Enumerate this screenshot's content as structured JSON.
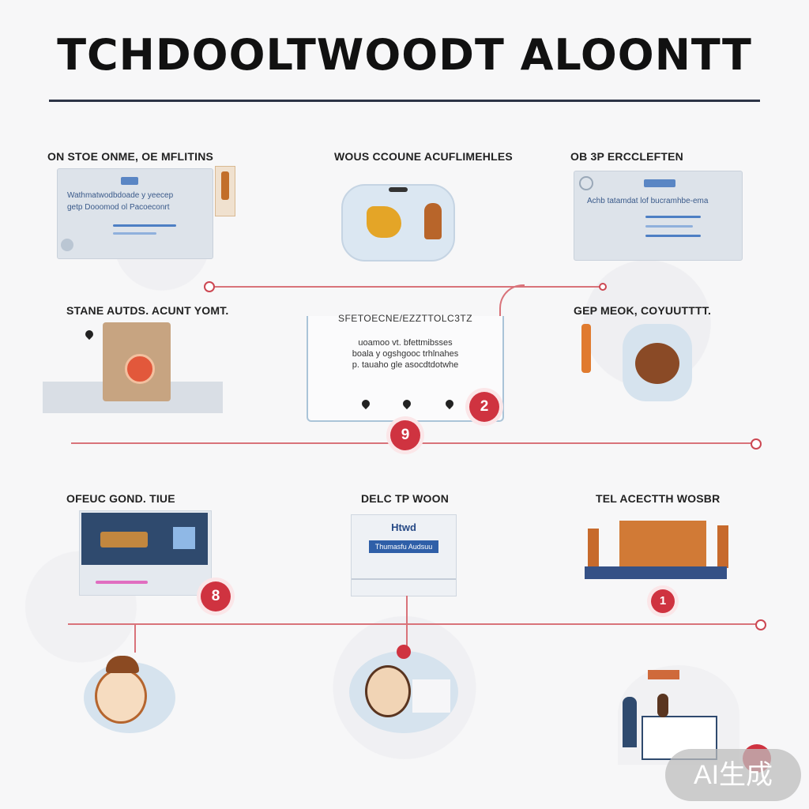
{
  "title": "TCHDOOLTWOODT ALOONTT",
  "labels": {
    "r1c1": "ON STOE ONME, OE MFLITINS",
    "r1c2": "WOUS CCOUNE ACUFLIMEHLES",
    "r1c3": "OB 3P ERCCLEFTEN",
    "r2c1": "STANE AUTDS. ACUNT YOMT.",
    "r2c3": "GEP MEOK, COYUUTTTT.",
    "r3c1": "OFEUC GOND. TIUE",
    "r3c2": "DELC TP WOON",
    "r3c3": "TEL ACECTTH WOSBR"
  },
  "panel_text": {
    "r1c1_line1": "Wathmatwodbdoade y yeecep",
    "r1c1_line2": "getp Dooomod ol Pacoeconrt",
    "r1c3_line1": "Achb tatamdat lof bucramhbe-ema",
    "r3c2_line1": "Htwd",
    "r3c2_line2": "Thumasfu Audsuu"
  },
  "center_card": {
    "header": "SFETOECNE/EZZTTOLC3TZ",
    "line1": "uoamoo vt. bfettmibsses",
    "line2": "boala y ogshgooc trhlnahes",
    "line3": "p. tauaho gle asocdtdotwhe"
  },
  "badges": {
    "center_card": "2",
    "timeline_center": "9",
    "r3c1": "8",
    "r3c3": "1"
  },
  "watermark": "AI生成",
  "colors": {
    "accent_red": "#cf3340",
    "timeline": "#d9737a",
    "rule": "#2c3446",
    "panel": "#dde3ea",
    "panel_blue": "#4d7fc4"
  }
}
